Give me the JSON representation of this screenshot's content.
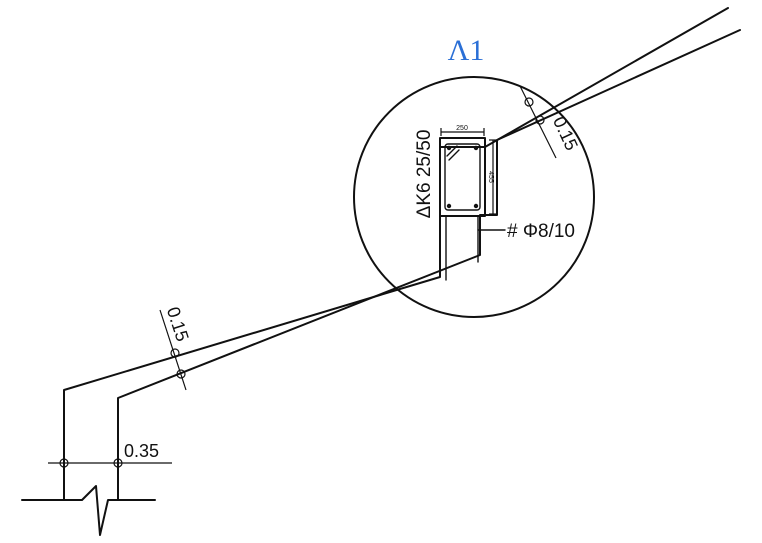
{
  "detail": {
    "label": "Λ1",
    "label_color": "#2a6fd6"
  },
  "dimensions": {
    "slab_thickness_upper": "0.15",
    "slab_thickness_lower": "0.15",
    "wall_thickness": "0.35"
  },
  "beam": {
    "designation": "ΔΚ6 25/50",
    "width_mark": "250",
    "depth_mark": "455",
    "stirrups": "# Φ8/10"
  },
  "colors": {
    "ink": "#111111",
    "background": "#ffffff"
  }
}
